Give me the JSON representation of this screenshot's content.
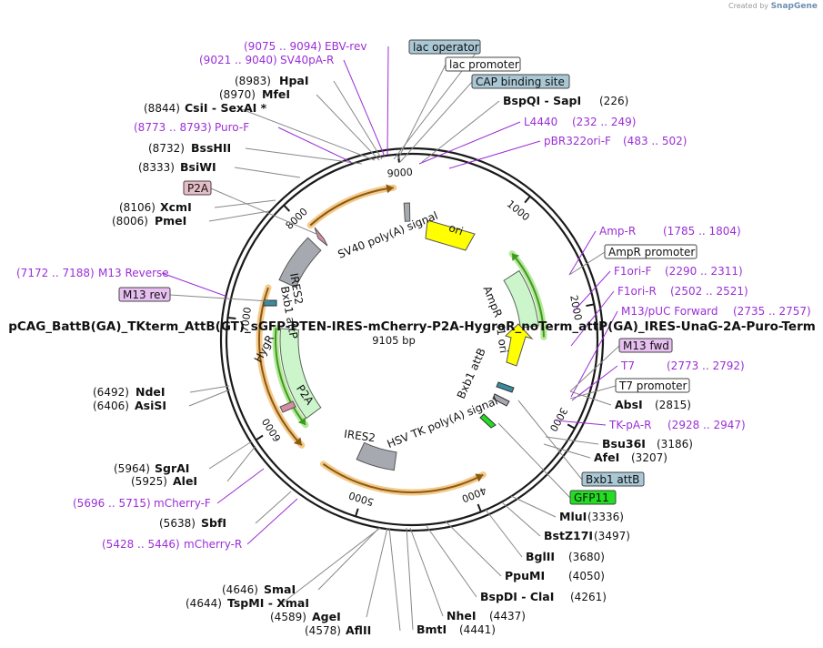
{
  "credit": {
    "prefix": "Created by",
    "brand": "SnapGene"
  },
  "map": {
    "title": "pCAG_BattB(GA)_TKterm_AttB(GT)_sGFP-PTEN-IRES-mCherry-P2A-HygroR_noTerm_attP(GA)_IRES-UnaG-2A-Puro-Term",
    "length": "9105 bp"
  },
  "ticks": [
    "1000",
    "2000",
    "3000",
    "4000",
    "5000",
    "6000",
    "7000",
    "8000",
    "9000"
  ],
  "enzymes": [
    {
      "name": "HpaI",
      "pos": "(8983)"
    },
    {
      "name": "MfeI",
      "pos": "(8970)"
    },
    {
      "name": "CsiI - SexAI *",
      "pos": "(8844)"
    },
    {
      "name": "BssHII",
      "pos": "(8732)"
    },
    {
      "name": "BsiWI",
      "pos": "(8333)"
    },
    {
      "name": "XcmI",
      "pos": "(8106)"
    },
    {
      "name": "PmeI",
      "pos": "(8006)"
    },
    {
      "name": "NdeI",
      "pos": "(6492)"
    },
    {
      "name": "AsiSI",
      "pos": "(6406)"
    },
    {
      "name": "SgrAI",
      "pos": "(5964)"
    },
    {
      "name": "AleI",
      "pos": "(5925)"
    },
    {
      "name": "SbfI",
      "pos": "(5638)"
    },
    {
      "name": "SmaI",
      "pos": "(4646)"
    },
    {
      "name": "TspMI - XmaI",
      "pos": "(4644)"
    },
    {
      "name": "AgeI",
      "pos": "(4589)"
    },
    {
      "name": "AflII",
      "pos": "(4578)"
    },
    {
      "name": "BmtI",
      "pos": "(4441)"
    },
    {
      "name": "NheI",
      "pos": "(4437)"
    },
    {
      "name": "BspDI - ClaI",
      "pos": "(4261)"
    },
    {
      "name": "PpuMI",
      "pos": "(4050)"
    },
    {
      "name": "BglII",
      "pos": "(3680)"
    },
    {
      "name": "BstZ17I",
      "pos": "(3497)"
    },
    {
      "name": "MluI",
      "pos": "(3336)"
    },
    {
      "name": "AfeI",
      "pos": "(3207)"
    },
    {
      "name": "Bsu36I",
      "pos": "(3186)"
    },
    {
      "name": "AbsI",
      "pos": "(2815)"
    },
    {
      "name": "BspQI - SapI",
      "pos": "(226)"
    }
  ],
  "primers": [
    {
      "name": "EBV-rev",
      "range": "(9075 .. 9094)"
    },
    {
      "name": "SV40pA-R",
      "range": "(9021 .. 9040)"
    },
    {
      "name": "Puro-F",
      "range": "(8773 .. 8793)"
    },
    {
      "name": "M13 Reverse",
      "range": "(7172 .. 7188)"
    },
    {
      "name": "mCherry-F",
      "range": "(5696 .. 5715)"
    },
    {
      "name": "mCherry-R",
      "range": "(5428 .. 5446)"
    },
    {
      "name": "L4440",
      "range": "(232 .. 249)"
    },
    {
      "name": "pBR322ori-F",
      "range": "(483 .. 502)"
    },
    {
      "name": "Amp-R",
      "range": "(1785 .. 1804)"
    },
    {
      "name": "F1ori-F",
      "range": "(2290 .. 2311)"
    },
    {
      "name": "F1ori-R",
      "range": "(2502 .. 2521)"
    },
    {
      "name": "M13/pUC Forward",
      "range": "(2735 .. 2757)"
    },
    {
      "name": "T7",
      "range": "(2773 .. 2792)"
    },
    {
      "name": "TK-pA-R",
      "range": "(2928 .. 2947)"
    }
  ],
  "boxed": [
    {
      "name": "lac operator",
      "fill": "#a9c7d4"
    },
    {
      "name": "lac promoter",
      "fill": "#ffffff"
    },
    {
      "name": "CAP binding site",
      "fill": "#a9c7d4"
    },
    {
      "name": "AmpR promoter",
      "fill": "#ffffff"
    },
    {
      "name": "M13 fwd",
      "fill": "#e7bff0"
    },
    {
      "name": "T7 promoter",
      "fill": "#ffffff"
    },
    {
      "name": "Bxb1 attB",
      "fill": "#a9c7d4"
    },
    {
      "name": "GFP11",
      "fill": "#22dd22"
    },
    {
      "name": "P2A",
      "fill": "#e6bcc7"
    },
    {
      "name": "M13 rev",
      "fill": "#e7bff0"
    }
  ],
  "inner_features": {
    "sv40": "SV40 poly(A) signal",
    "ori": "ori",
    "ampr": "AmpR",
    "f1ori": "f1 ori",
    "bxb1_attb": "Bxb1 attB",
    "hsv": "HSV TK poly(A) signal",
    "ires2_bottom": "IRES2",
    "ires2_left": "IRES2",
    "bxb1_attp": "Bxb1 attP",
    "hygr": "HygR",
    "p2a": "P2A"
  },
  "colors": {
    "backbone": "#1a1a1a",
    "orange_arrow": "#f4c98a",
    "green_arrow": "#3c9a1f",
    "ampr_fill": "#ccf5cc",
    "ori_fill": "#ffff00",
    "gray_feature": "#a6aab0",
    "primer": "#9b2fd6",
    "pink_feature": "#d48ea1"
  }
}
